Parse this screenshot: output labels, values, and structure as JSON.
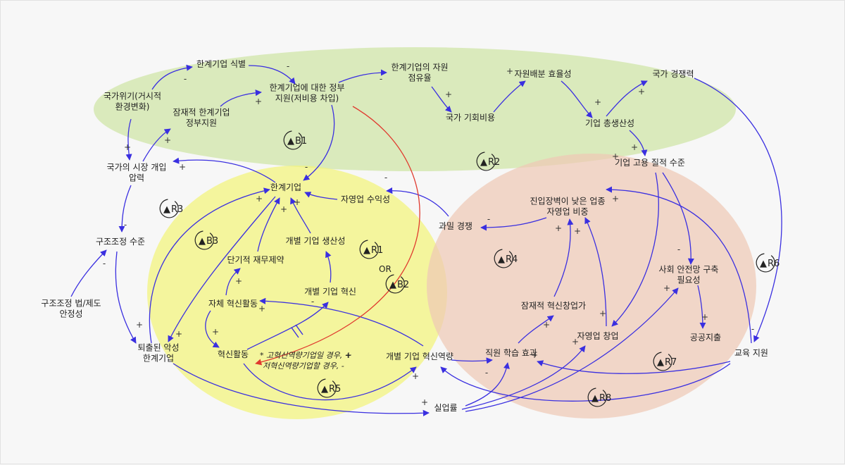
{
  "colors": {
    "green_zone": "#d5e8b2",
    "yellow_zone": "#f3f47a",
    "pink_zone": "#efc9b5",
    "edge": "#3a2fe0",
    "edge_highlight": "#e03a2f"
  },
  "nodes": [
    {
      "id": "identify",
      "lines": [
        "한계기업 식별"
      ]
    },
    {
      "id": "crisis",
      "lines": [
        "국가위기(거시적",
        "환경변화)"
      ]
    },
    {
      "id": "support",
      "lines": [
        "한계기업에 대한 정부",
        "지원(저비용 차입)"
      ]
    },
    {
      "id": "latent_support",
      "lines": [
        "잠재적 한계기업",
        "정부지원"
      ]
    },
    {
      "id": "occupancy",
      "lines": [
        "한계기업의 자원",
        "점유율"
      ]
    },
    {
      "id": "opportunity",
      "lines": [
        "국가 기회비용"
      ]
    },
    {
      "id": "efficiency",
      "lines": [
        "자원배분 효율성"
      ]
    },
    {
      "id": "competitiveness",
      "lines": [
        "국가 경쟁력"
      ]
    },
    {
      "id": "productivity",
      "lines": [
        "기업 총생산성"
      ]
    },
    {
      "id": "employment",
      "lines": [
        "기업 고용 질적 수준"
      ]
    },
    {
      "id": "pressure",
      "lines": [
        "국가의 시장 개입",
        "압력"
      ]
    },
    {
      "id": "marginal",
      "lines": [
        "한계기업"
      ]
    },
    {
      "id": "self_profit",
      "lines": [
        "자영업 수익성"
      ]
    },
    {
      "id": "competition",
      "lines": [
        "과밀 경쟁"
      ]
    },
    {
      "id": "low_barrier",
      "lines": [
        "진입장벽이 낮은 업종",
        "자영업 비중"
      ]
    },
    {
      "id": "restructure",
      "lines": [
        "구조조정 수준"
      ]
    },
    {
      "id": "indiv_prod",
      "lines": [
        "개별 기업 생산성"
      ]
    },
    {
      "id": "short_term",
      "lines": [
        "단기적 재무제약"
      ]
    },
    {
      "id": "safety_net",
      "lines": [
        "사회 안전망 구축",
        "필요성"
      ]
    },
    {
      "id": "law",
      "lines": [
        "구조조정 법/제도",
        "안정성"
      ]
    },
    {
      "id": "self_innov",
      "lines": [
        "자체 혁신활동"
      ]
    },
    {
      "id": "indiv_innov",
      "lines": [
        "개별 기업 혁신"
      ]
    },
    {
      "id": "latent_founder",
      "lines": [
        "잠재적 혁신창업가"
      ]
    },
    {
      "id": "public_spend",
      "lines": [
        "공공지출"
      ]
    },
    {
      "id": "self_startup",
      "lines": [
        "자영업 창업"
      ]
    },
    {
      "id": "exited",
      "lines": [
        "퇴출된 악성",
        "한계기업"
      ]
    },
    {
      "id": "innovation",
      "lines": [
        "혁신활동"
      ]
    },
    {
      "id": "capability",
      "lines": [
        "개별 기업 혁신역량"
      ]
    },
    {
      "id": "learning",
      "lines": [
        "직원 학습 효과"
      ]
    },
    {
      "id": "edu",
      "lines": [
        "교육 지원"
      ]
    },
    {
      "id": "unemployment",
      "lines": [
        "실업률"
      ]
    }
  ],
  "signs": [
    "-",
    "-",
    "+",
    "+",
    "+",
    "-",
    "+",
    "+",
    "+",
    "+",
    "-",
    "+",
    "-",
    "-",
    "+",
    "+",
    "+",
    "+",
    "+",
    "-",
    "-",
    "+",
    "+",
    "-",
    "+",
    "+",
    "+",
    "+",
    "-",
    "+",
    "+",
    "+",
    "+",
    "+",
    "+",
    "-",
    "+",
    "+",
    "-",
    "+",
    "+",
    "+"
  ],
  "loops": [
    {
      "label": "B1",
      "arrow": "▲"
    },
    {
      "label": "R2",
      "arrow": "▲"
    },
    {
      "label": "R3",
      "arrow": "▲"
    },
    {
      "label": "B3",
      "arrow": "▲"
    },
    {
      "label": "R1",
      "arrow": "▲"
    },
    {
      "label": "B2",
      "arrow": "▲"
    },
    {
      "label": "R4",
      "arrow": "▲"
    },
    {
      "label": "R6",
      "arrow": "▲"
    },
    {
      "label": "R7",
      "arrow": "▲"
    },
    {
      "label": "R5",
      "arrow": "▲"
    },
    {
      "label": "R8",
      "arrow": "▲"
    }
  ],
  "or_label": "OR",
  "note": {
    "line1": "* 고혁신역량기업일 경우, +",
    "line2": "저혁신역량기업할 경우, -"
  }
}
